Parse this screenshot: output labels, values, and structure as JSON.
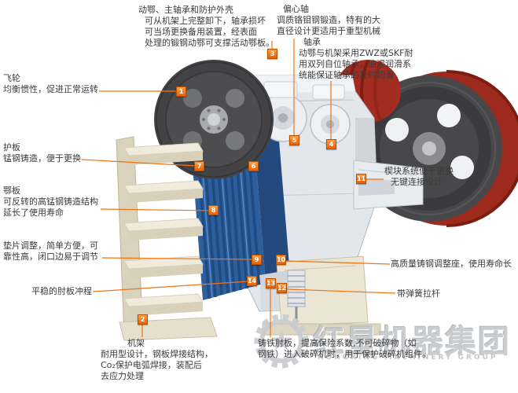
{
  "markers": [
    "1",
    "2",
    "3",
    "4",
    "5",
    "6",
    "7",
    "8",
    "9",
    "10",
    "11",
    "12",
    "13",
    "14"
  ],
  "callouts": {
    "flywheel": {
      "title": "飞轮",
      "lines": [
        "均衡惯性，促进正常运转"
      ]
    },
    "guard_plate": {
      "title": "护板",
      "lines": [
        "锰钢铸造，便于更换"
      ]
    },
    "jaw_plate": {
      "title": "鄂板",
      "lines": [
        "可反转的高锰钢铸造结构",
        "延长了使用寿命"
      ]
    },
    "shim_adjustment": {
      "lines": [
        "垫片调整，简单方便，可",
        "靠性高，闭口边易于调节"
      ]
    },
    "toggle_stroke": {
      "lines": [
        "平稳的肘板冲程"
      ]
    },
    "frame": {
      "title": "机架",
      "lines": [
        "耐用型设计，钢板焊接结构，",
        "Co₂保护电弧焊接，装配后",
        "去应力处理"
      ]
    },
    "movable_jaw": {
      "title": "动鄂、主轴承和防护外壳",
      "lines": [
        "可从机架上完整卸下，轴承损坏",
        "可当场更换备用装置，经表面",
        "处理的锻钢动鄂可支撑活动鄂板。"
      ]
    },
    "eccentric_shaft": {
      "title": "偏心轴",
      "lines": [
        "调质铬钼钢锻造，特有的大",
        "直径设计更适用于重型机械"
      ]
    },
    "bearing": {
      "title": "轴承",
      "lines": [
        "动鄂与机架采用ZWZ或SKF耐",
        "用双列自位轴承；油浸润滑系",
        "统能保证轴承的及时润滑"
      ]
    },
    "wedge_system": {
      "lines": [
        "楔块系统便于更换",
        "无键连接设计"
      ]
    },
    "adjust_seat": {
      "lines": [
        "高质量铸钢调整座，使用寿命长"
      ]
    },
    "spring_rod": {
      "lines": [
        "带弹簧拉杆"
      ]
    },
    "toggle_plate": {
      "lines": [
        "铸铁肘板，提高保险系数,不可破碎物（如",
        "钢铁）进入破碎机时，用于保护破碎机组件。"
      ]
    }
  },
  "watermark": {
    "brand_cn": "红星机器集团",
    "brand_en": "HONGXING MACHINERY GROUP"
  },
  "colors": {
    "accent_orange": "#ef7412",
    "flywheel_gray": "#434345",
    "pulley_red": "#a32c20",
    "jaw_blue": "#2e5f9d",
    "stand_beige": "#e9e3d1"
  }
}
